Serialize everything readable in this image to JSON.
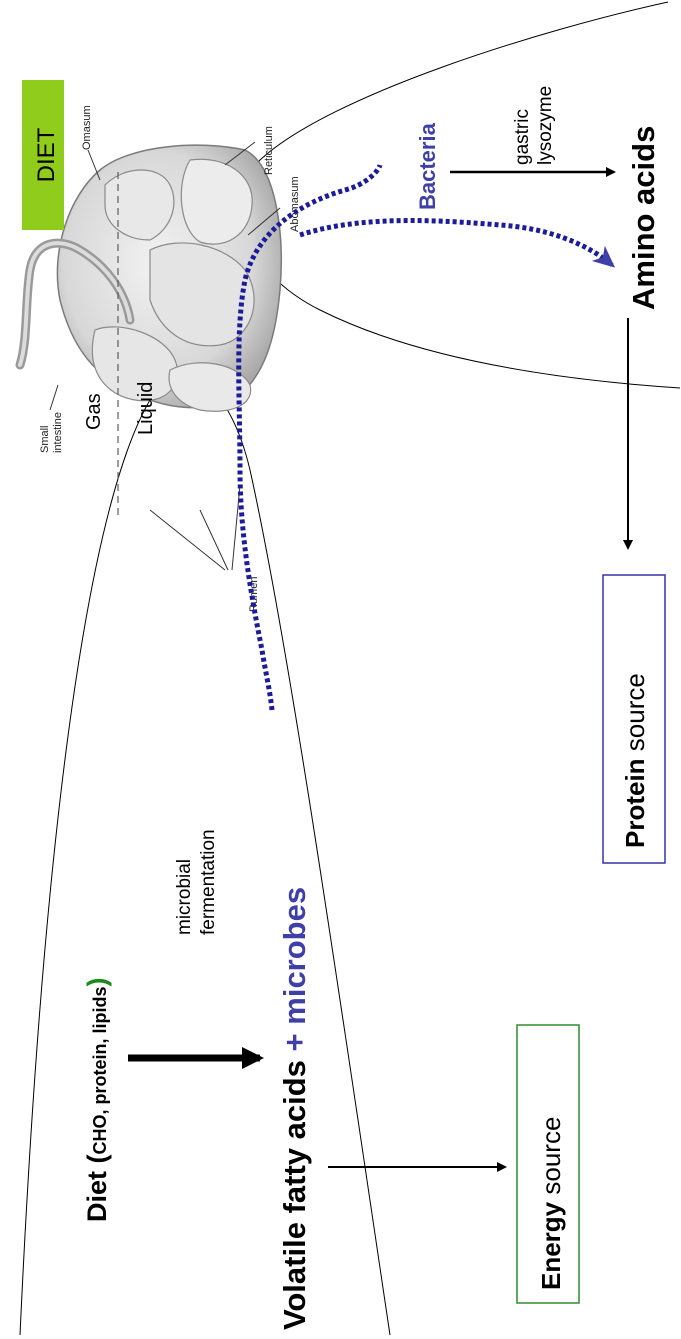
{
  "diet_badge": {
    "label": "DIET",
    "color": "#8fcc1c"
  },
  "stomach_labels": {
    "omasum": "Omasum",
    "reticulum": "Reticulum",
    "abomasum": "Abomasum",
    "small_intestine_line1": "Small",
    "small_intestine_line2": "intestine",
    "rumen": "Rumen",
    "gas": "Gas",
    "liquid": "Liquid"
  },
  "flow": {
    "diet_bold": "Diet (",
    "diet_detail": "CHO, protein, lipids",
    "diet_close": ")",
    "fermentation_line1": "microbial",
    "fermentation_line2": "fermentation",
    "vfa": "Volatile fatty acids",
    "plus": "+",
    "microbes": "microbes",
    "bacteria": "Bacteria",
    "lysozyme_line1": "gastric",
    "lysozyme_line2": "lysozyme",
    "amino_acids": "Amino acids",
    "energy_bold": "Energy",
    "energy_rest": " source",
    "protein_bold": "Protein",
    "protein_rest": " source"
  },
  "colors": {
    "microbe_blue": "#3f3fa8",
    "dotted_path": "#1c1c9a",
    "energy_border": "#2e8b2e",
    "protein_border": "#3333aa",
    "paren_green": "#1a8a1a"
  }
}
